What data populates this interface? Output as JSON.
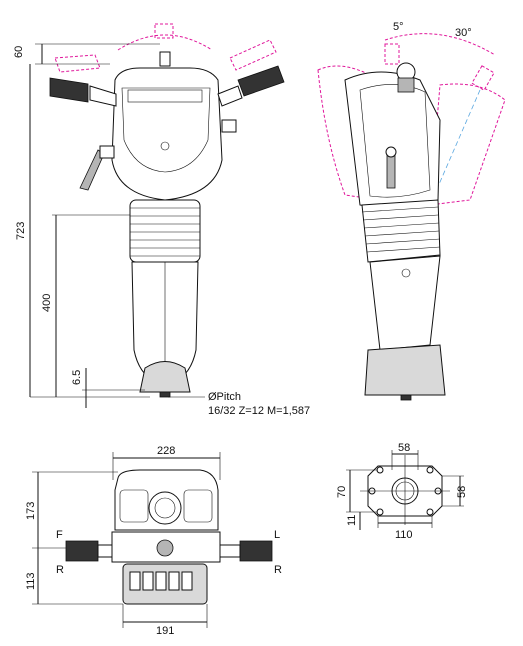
{
  "dimensions": {
    "height_top": "60",
    "height_total": "723",
    "height_lower": "400",
    "base_offset": "6.5",
    "pitch_line1": "ØPitch",
    "pitch_line2": "16/32 Z=12 M=1,587",
    "angle_small": "5°",
    "angle_large": "30°",
    "top_width": "228",
    "depth_front": "173",
    "depth_rear": "113",
    "bottom_width": "191",
    "flange_inner": "58",
    "flange_height": "70",
    "flange_side": "58",
    "flange_offset": "11",
    "flange_width": "110"
  },
  "handle_labels": {
    "forward": "F",
    "reverse": "R",
    "left": "L",
    "right_r": "R"
  },
  "colors": {
    "line": "#111111",
    "motion_path": "#e0179b",
    "axis": "#5aa7e0",
    "fill": "#d9d9d9"
  }
}
